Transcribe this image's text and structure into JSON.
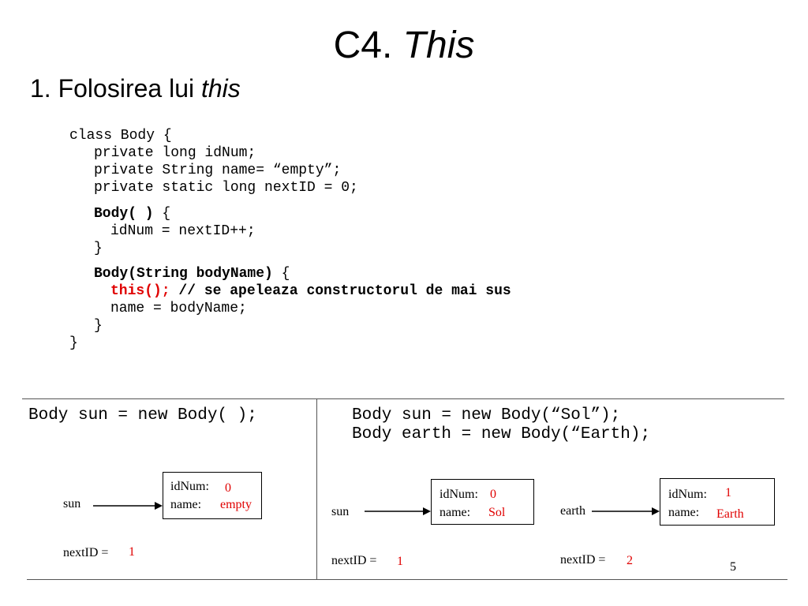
{
  "slide": {
    "title_prefix": "C4. ",
    "title_italic": "This",
    "subtitle_prefix": "1. Folosirea lui ",
    "subtitle_italic": "this",
    "page_number": "5"
  },
  "code": {
    "line1": "class Body {",
    "line2": "private long idNum;",
    "line3": "private String name= “empty”;",
    "line4": "private static long nextID = 0;",
    "ctor1_sig": "Body( )",
    "ctor1_brace": " {",
    "ctor1_body": "idNum = nextID++;",
    "ctor1_close": "}",
    "ctor2_sig": "Body(String bodyName)",
    "ctor2_brace": " {",
    "ctor2_this": "this();",
    "ctor2_comment": " // se apeleaza constructorul de mai sus",
    "ctor2_body": "name = bodyName;",
    "ctor2_close": "}",
    "class_close": "}"
  },
  "left_panel": {
    "code": "Body sun = new Body( );",
    "var_label": "sun",
    "box": {
      "idnum_label": "idNum:",
      "idnum_value": "0",
      "name_label": "name:",
      "name_value": "empty"
    },
    "nextid_label": "nextID =",
    "nextid_value": "1"
  },
  "right_panel": {
    "code_line1": "Body sun = new Body(“Sol”);",
    "code_line2": "Body earth = new Body(“Earth);",
    "sun": {
      "var_label": "sun",
      "box": {
        "idnum_label": "idNum:",
        "idnum_value": "0",
        "name_label": "name:",
        "name_value": "Sol"
      },
      "nextid_label": "nextID =",
      "nextid_value": "1"
    },
    "earth": {
      "var_label": "earth",
      "box": {
        "idnum_label": "idNum:",
        "idnum_value": "1",
        "name_label": "name:",
        "name_value": "Earth"
      },
      "nextid_label": "nextID =",
      "nextid_value": "2"
    }
  }
}
